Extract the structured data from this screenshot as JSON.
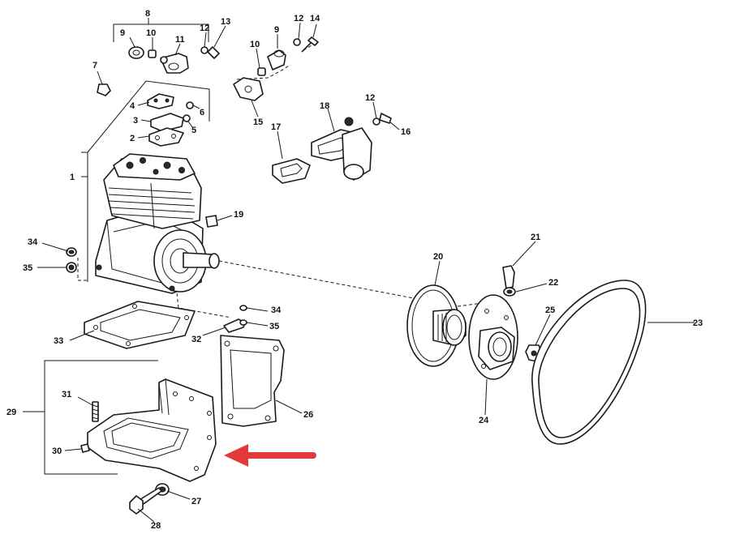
{
  "diagram": {
    "title": "Air compressor exploded parts view",
    "callouts": [
      "1",
      "2",
      "3",
      "4",
      "5",
      "6",
      "7",
      "8",
      "9",
      "10",
      "10",
      "9",
      "11",
      "12",
      "12",
      "12",
      "13",
      "14",
      "15",
      "16",
      "17",
      "18",
      "19",
      "20",
      "21",
      "22",
      "23",
      "24",
      "25",
      "26",
      "27",
      "28",
      "29",
      "30",
      "31",
      "32",
      "33",
      "34",
      "34",
      "35",
      "35"
    ],
    "highlight": {
      "type": "arrow",
      "color": "#e23a3a",
      "target_callout": "29"
    }
  }
}
